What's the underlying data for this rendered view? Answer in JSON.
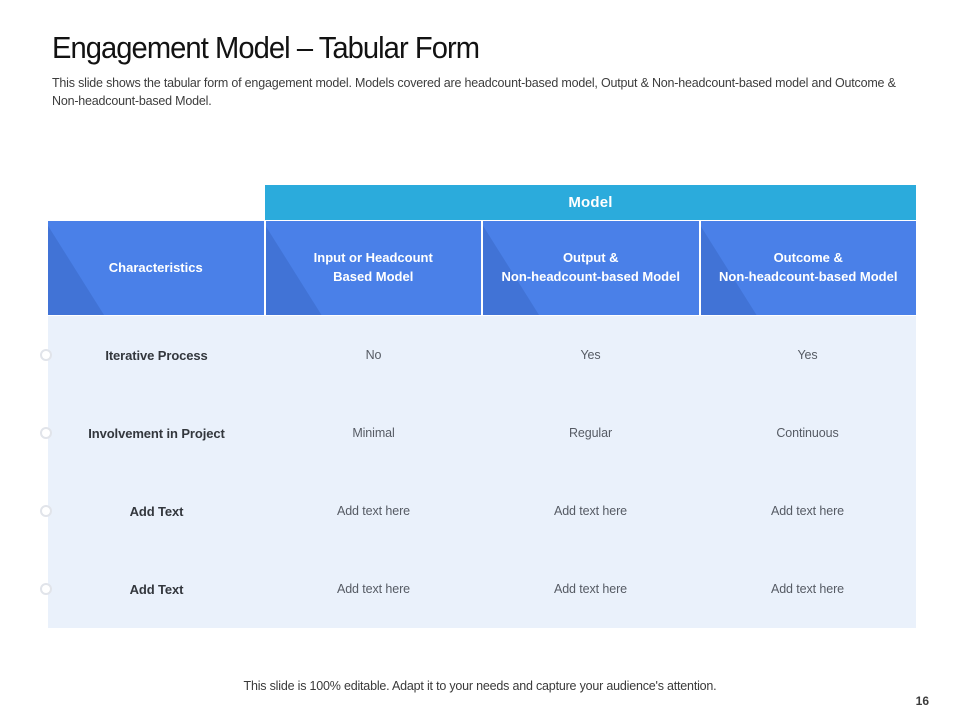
{
  "slide": {
    "title": "Engagement Model – Tabular Form",
    "subtitle": "This slide shows the tabular form of engagement model. Models covered are headcount-based model, Output & Non-headcount-based model and Outcome & Non-headcount-based Model.",
    "footer_note": "This slide is 100% editable. Adapt it to your needs and capture your audience's attention.",
    "page_number": "16"
  },
  "theme": {
    "group_header_bg": "#2BABDC",
    "column_header_bg": "#4A80E8",
    "body_bg": "#EAF1FB"
  },
  "table": {
    "group_header": "Model",
    "columns": [
      "Characteristics",
      "Input or Headcount\nBased Model",
      "Output &\nNon-headcount-based Model",
      "Outcome &\nNon-headcount-based Model"
    ],
    "rows": [
      {
        "characteristic": "Iterative Process",
        "values": [
          "No",
          "Yes",
          "Yes"
        ]
      },
      {
        "characteristic": "Involvement in Project",
        "values": [
          "Minimal",
          "Regular",
          "Continuous"
        ]
      },
      {
        "characteristic": "Add Text",
        "values": [
          "Add text here",
          "Add text here",
          "Add text here"
        ]
      },
      {
        "characteristic": "Add Text",
        "values": [
          "Add text here",
          "Add text here",
          "Add text here"
        ]
      }
    ]
  }
}
